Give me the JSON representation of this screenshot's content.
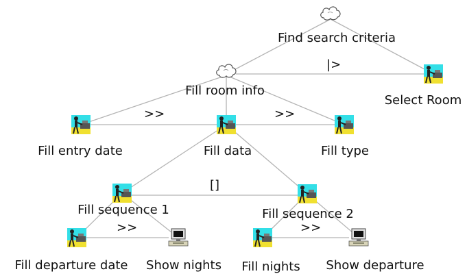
{
  "nodes": {
    "find_search_criteria": {
      "label": "Find search criteria",
      "icon": "cloud-icon"
    },
    "fill_room_info": {
      "label": "Fill room info",
      "icon": "cloud-icon"
    },
    "select_room": {
      "label": "Select Room",
      "icon": "user-task-icon"
    },
    "fill_entry_date": {
      "label": "Fill entry date",
      "icon": "user-task-icon"
    },
    "fill_data": {
      "label": "Fill data",
      "icon": "user-task-icon"
    },
    "fill_type": {
      "label": "Fill type",
      "icon": "user-task-icon"
    },
    "fill_sequence_1": {
      "label": "Fill sequence 1",
      "icon": "user-task-icon"
    },
    "fill_sequence_2": {
      "label": "Fill sequence 2",
      "icon": "user-task-icon"
    },
    "fill_departure_date": {
      "label": "Fill departure date",
      "icon": "user-task-icon"
    },
    "show_nights": {
      "label": "Show nights",
      "icon": "computer-icon"
    },
    "fill_nights": {
      "label": "Fill nights",
      "icon": "user-task-icon"
    },
    "show_departure": {
      "label": "Show departure",
      "icon": "computer-icon"
    }
  },
  "operators": {
    "room_select": "|>",
    "entry_data": ">>",
    "data_type": ">>",
    "seq_choice": "[]",
    "seq1": ">>",
    "seq2": ">>"
  },
  "colors": {
    "edge": "#b4b4b4",
    "text": "#111111",
    "task_cyan": "#33dfe7",
    "task_yellow": "#f0e030",
    "cloud": "#ffffff"
  }
}
